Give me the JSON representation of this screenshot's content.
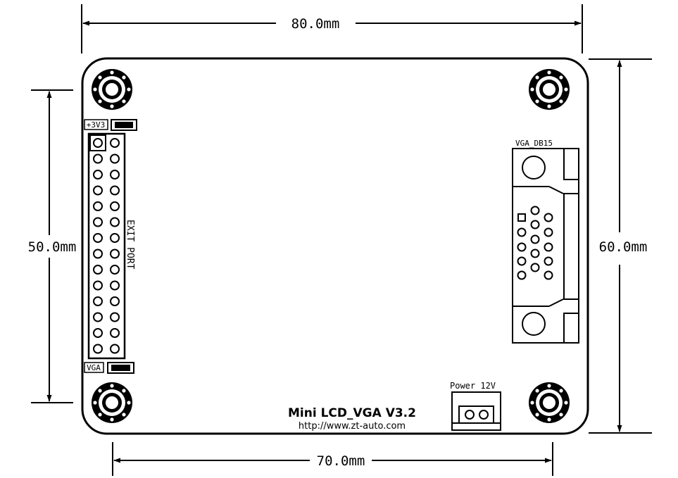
{
  "dimensions": {
    "top_width": "80.0mm",
    "bottom_width": "70.0mm",
    "left_height": "50.0mm",
    "right_height": "60.0mm"
  },
  "board": {
    "title": "Mini LCD_VGA V3.2",
    "url": "http://www.zt-auto.com"
  },
  "labels": {
    "jumper_top": "+3V3",
    "jumper_bottom": "VGA",
    "exit_port": "EXIT PORT",
    "vga_connector": "VGA_DB15",
    "power": "Power 12V"
  },
  "header": {
    "rows": 14,
    "columns": 2
  },
  "colors": {
    "line": "#000000",
    "background": "#ffffff"
  }
}
